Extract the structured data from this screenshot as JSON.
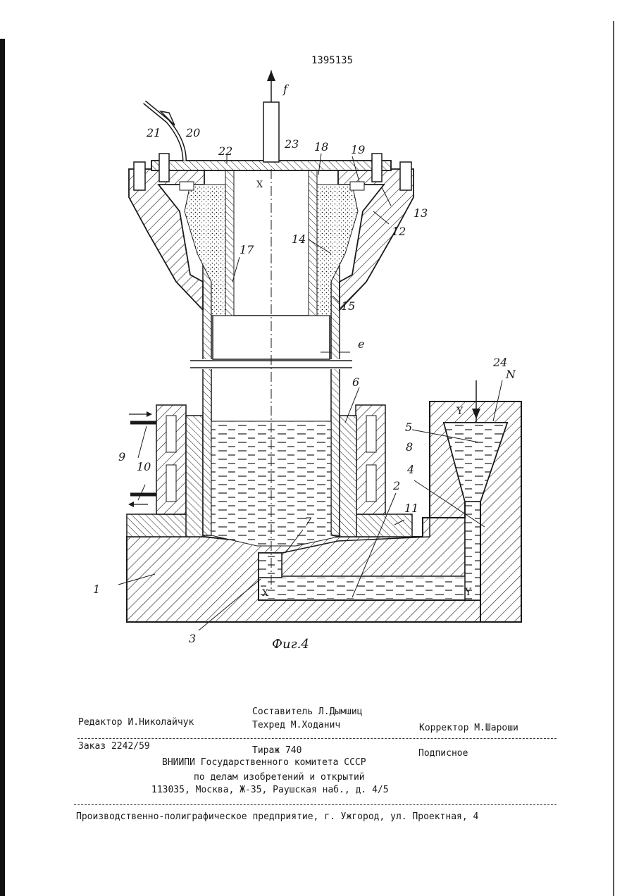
{
  "header": {
    "patent_number": "1395135"
  },
  "figure": {
    "caption": "Фиг.4",
    "labels": {
      "arrow_f": "f",
      "n1": "1",
      "n2": "2",
      "n3": "3",
      "n4": "4",
      "n5": "5",
      "n6": "6",
      "n7": "7",
      "n8": "8",
      "n9": "9",
      "n10": "10",
      "n11": "11",
      "n12": "12",
      "n13": "13",
      "n14": "14",
      "n15": "15",
      "n17": "17",
      "n18": "18",
      "n19": "19",
      "n20": "20",
      "n21": "21",
      "n22": "22",
      "n23": "23",
      "n24": "24",
      "e": "e",
      "N": "N",
      "X_top": "X",
      "X_bottom": "X",
      "Y_top": "Y",
      "Y_bottom": "Y"
    }
  },
  "colophon": {
    "editor": "Редактор И.Николайчук",
    "compiler": "Составитель Л.Дымшиц",
    "tech_editor": "Техред М.Ходанич",
    "proofreader": "Корректор М.Шароши",
    "order": "Заказ 2242/59",
    "circulation": "Тираж 740",
    "subscription": "Подписное",
    "org_line1": "ВНИИПИ Государственного комитета СССР",
    "org_line2": "по делам изобретений и открытий",
    "org_line3": "113035, Москва, Ж-35, Раушская наб., д. 4/5",
    "printer": "Производственно-полиграфическое предприятие, г. Ужгород, ул. Проектная, 4"
  }
}
